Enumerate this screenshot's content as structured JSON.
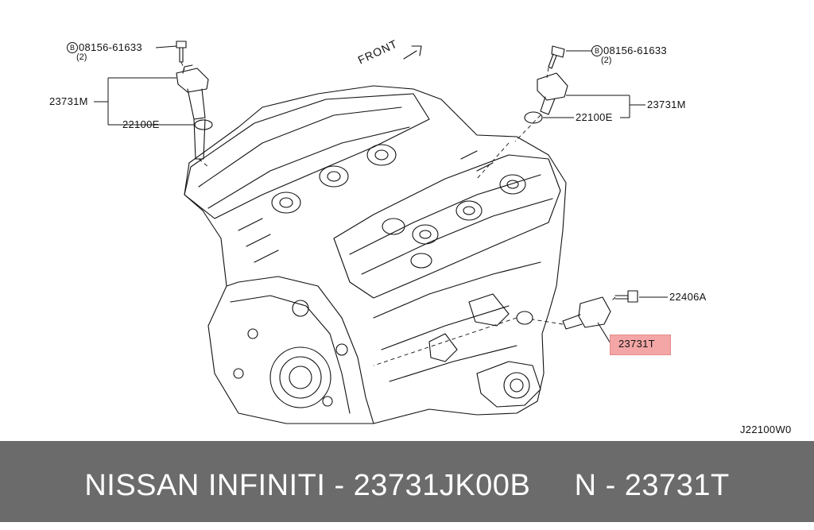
{
  "diagram": {
    "front_label": "FRONT",
    "drawing_code": "J22100W0",
    "bolt_marker": "B",
    "callouts": {
      "bolt_left": "08156-61633",
      "bolt_left_qty": "(2)",
      "coil_left": "23731M",
      "oring_left": "22100E",
      "bolt_right": "08156-61633",
      "bolt_right_qty": "(2)",
      "coil_right": "23731M",
      "oring_right": "22100E",
      "sensor_bolt": "22406A",
      "sensor": "23731T"
    },
    "highlight_color": "#f4a6a6"
  },
  "footer": {
    "text": "NISSAN INFINITI - 23731JK00B     N - 23731T",
    "background": "#6b6b6b",
    "color": "#ffffff"
  }
}
